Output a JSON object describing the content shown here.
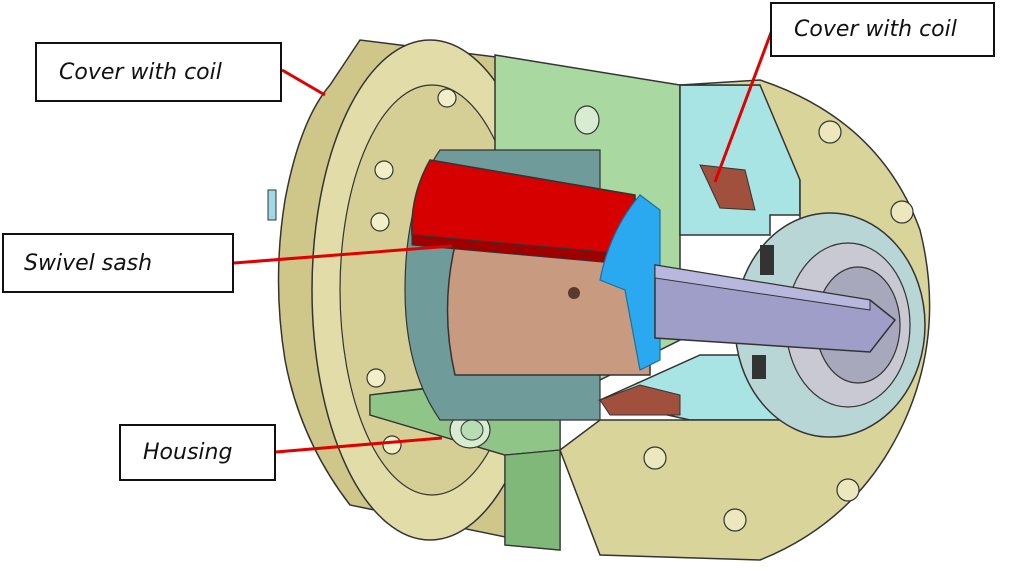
{
  "callouts": {
    "cover_left": "Cover with coil",
    "cover_right": "Cover with coil",
    "swivel_sash": "Swivel sash",
    "housing": "Housing"
  },
  "colors": {
    "leader_line": "#e00000",
    "cover_tan": "#d9d49a",
    "housing_green": "#a9d8a0",
    "shaft_red": "#d60000",
    "rotor_bronze": "#c89a80",
    "insert_blue": "#2aa8f0",
    "cover_cyan": "#a8e4e4",
    "spindle_lavender": "#9e9ec8",
    "coil_brown": "#a0503c"
  }
}
